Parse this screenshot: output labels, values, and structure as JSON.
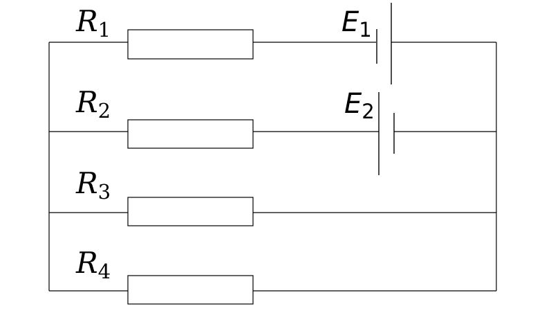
{
  "diagram": {
    "resistors": [
      {
        "letter": "R",
        "index": "1"
      },
      {
        "letter": "R",
        "index": "2"
      },
      {
        "letter": "R",
        "index": "3"
      },
      {
        "letter": "R",
        "index": "4"
      }
    ],
    "sources": [
      {
        "letter": "E",
        "index": "1"
      },
      {
        "letter": "E",
        "index": "2"
      }
    ]
  }
}
